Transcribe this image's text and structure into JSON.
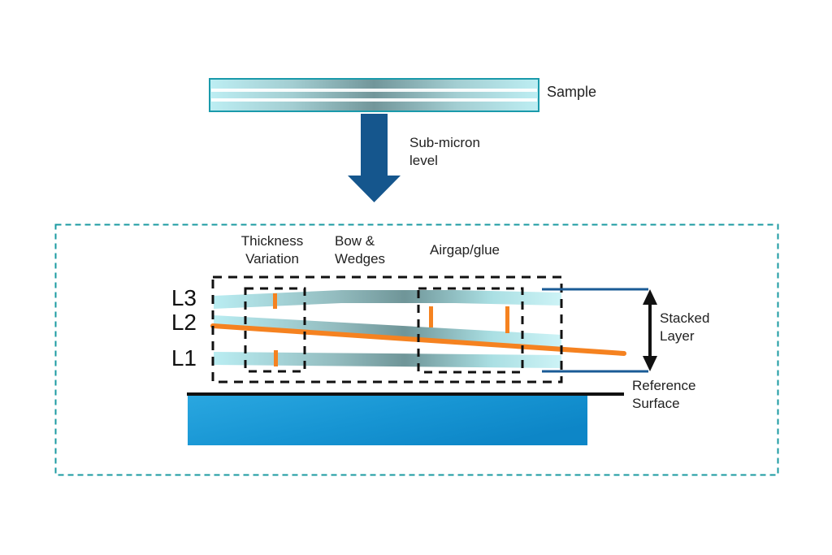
{
  "title": "Stacked layer sample measurement diagram",
  "sample": {
    "label": "Sample"
  },
  "probe_arrow": {
    "label": "Sub-micron\nlevel"
  },
  "panel": {
    "defect_labels": {
      "thickness": "Thickness\nVariation",
      "bow": "Bow &\nWedges",
      "airgap": "Airgap/glue"
    },
    "layers": [
      {
        "label": "L3"
      },
      {
        "label": "L2"
      },
      {
        "label": "L1"
      }
    ],
    "stacked_layer_label": "Stacked\nLayer",
    "reference_label": "Reference\nSurface"
  },
  "colors": {
    "outer_dashed_teal": "#1a9aa1",
    "sample_border_teal": "#1a9aab",
    "strip_light_cyan": "#b9edf2",
    "strip_dark_teal": "#6f9598",
    "orange": "#f58220",
    "down_arrow_blue": "#15568d",
    "bracket_blue": "#1a5b96",
    "base_block_light": "#2aa7e0",
    "base_block_dark": "#0d86c7",
    "dashed_black": "#111111",
    "text": "#222222"
  }
}
